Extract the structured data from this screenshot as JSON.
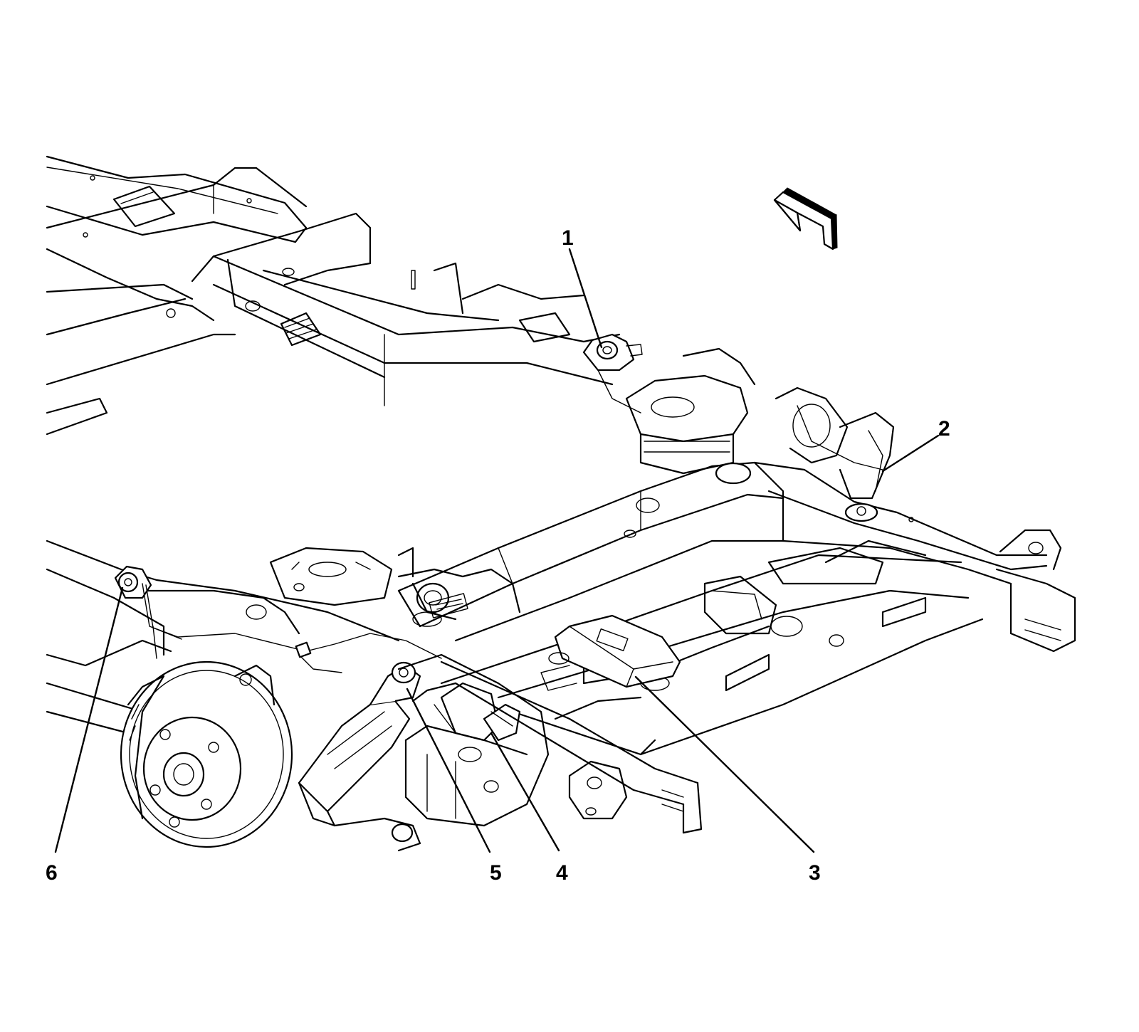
{
  "diagram": {
    "callouts": [
      {
        "id": "1",
        "label": "1"
      },
      {
        "id": "2",
        "label": "2"
      },
      {
        "id": "3",
        "label": "3"
      },
      {
        "id": "4",
        "label": "4"
      },
      {
        "id": "5",
        "label": "5"
      },
      {
        "id": "6",
        "label": "6"
      }
    ],
    "icons": {
      "direction_arrow": "front-direction-arrow-icon"
    },
    "colors": {
      "line": "#000000",
      "background": "#ffffff"
    }
  }
}
